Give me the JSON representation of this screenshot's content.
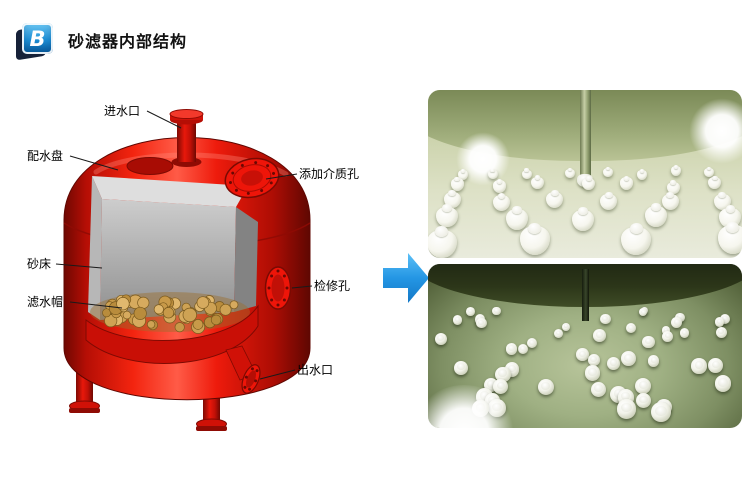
{
  "header": {
    "badge_letter": "B",
    "title": "砂滤器内部结构"
  },
  "diagram": {
    "labels": {
      "inlet": "进水口",
      "distribution_plate": "配水盘",
      "media_fill_port": "添加介质孔",
      "sand_bed": "砂床",
      "filter_nozzle": "滤水帽",
      "access_port": "检修孔",
      "outlet": "出水口"
    }
  },
  "icons": {
    "arrow": "right-arrow-icon"
  },
  "colors": {
    "tank_red": "#e31109",
    "arrow_blue": "#2f9fe8",
    "badge_blue": "#1d8fd6",
    "plate_green": "#aebb8e"
  }
}
